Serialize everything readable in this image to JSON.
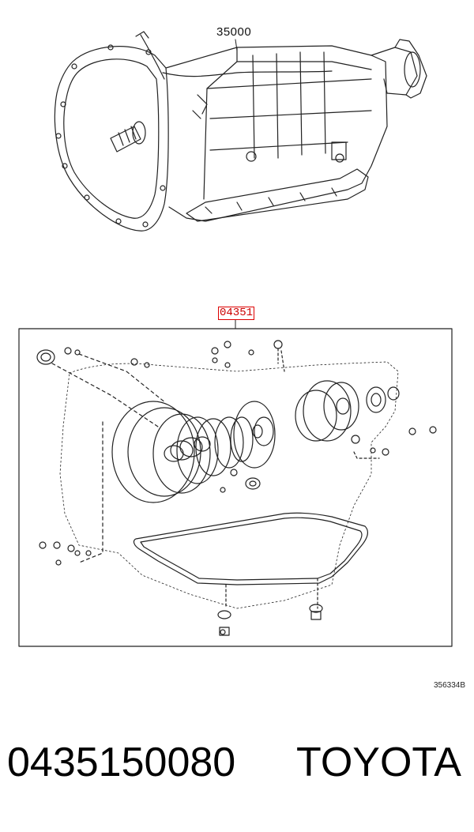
{
  "labels": {
    "assembly_part": "35000",
    "kit_part": "04351",
    "image_code": "356334B"
  },
  "caption": {
    "part_number": "0435150080",
    "brand": "TOYOTA"
  },
  "colors": {
    "line": "#222222",
    "highlight": "#dd0000"
  }
}
